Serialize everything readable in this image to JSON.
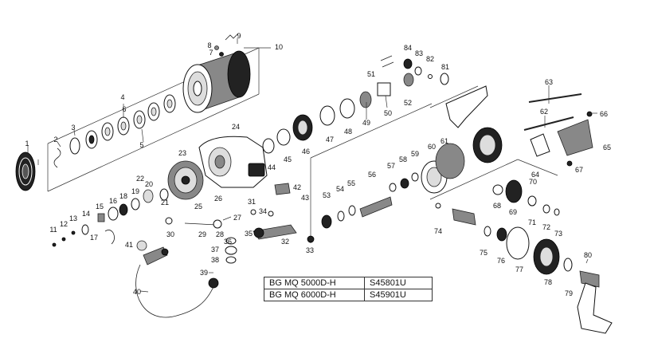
{
  "models": [
    {
      "name": "BG MQ 5000D-H",
      "code": "S45801U"
    },
    {
      "name": "BG MQ 6000D-H",
      "code": "S45901U"
    }
  ],
  "part_numbers": [
    "1",
    "2",
    "3",
    "4",
    "5",
    "6",
    "7",
    "8",
    "9",
    "10",
    "11",
    "12",
    "13",
    "14",
    "15",
    "16",
    "17",
    "18",
    "19",
    "20",
    "21",
    "22",
    "23",
    "24",
    "25",
    "26",
    "27",
    "28",
    "29",
    "30",
    "31",
    "32",
    "33",
    "34",
    "35",
    "36",
    "37",
    "38",
    "39",
    "40",
    "41",
    "42",
    "43",
    "44",
    "45",
    "46",
    "47",
    "48",
    "49",
    "50",
    "51",
    "52",
    "53",
    "54",
    "55",
    "56",
    "57",
    "58",
    "59",
    "60",
    "61",
    "62",
    "63",
    "64",
    "65",
    "66",
    "67",
    "68",
    "69",
    "70",
    "71",
    "72",
    "73",
    "74",
    "75",
    "76",
    "77",
    "78",
    "79",
    "80",
    "81",
    "82",
    "83",
    "84"
  ]
}
